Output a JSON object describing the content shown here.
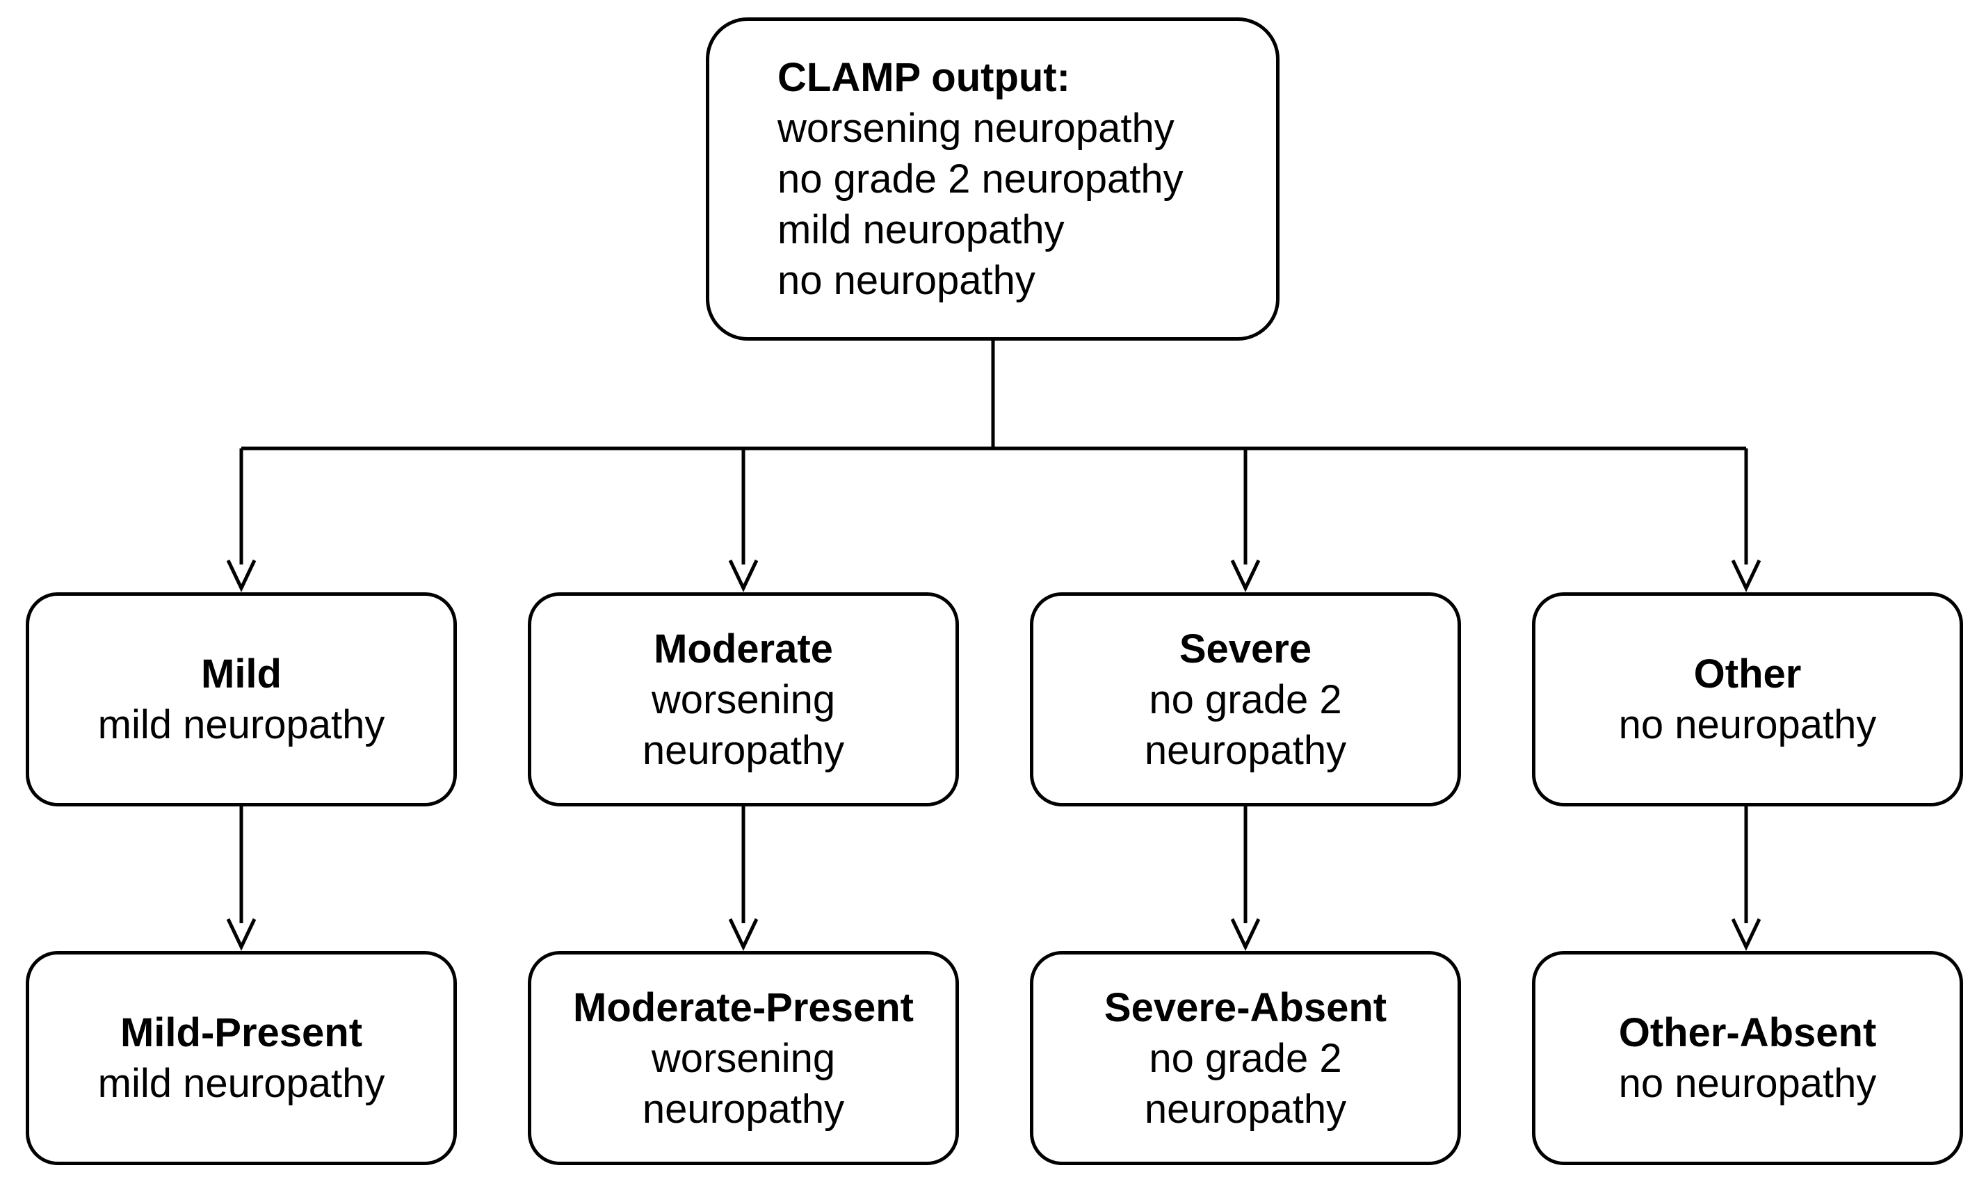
{
  "root": {
    "title": "CLAMP output:",
    "lines": [
      "worsening neuropathy",
      "no grade 2 neuropathy",
      "mild neuropathy",
      "no neuropathy"
    ]
  },
  "categories": [
    {
      "title": "Mild",
      "lines": [
        "mild neuropathy"
      ]
    },
    {
      "title": "Moderate",
      "lines": [
        "worsening",
        "neuropathy"
      ]
    },
    {
      "title": "Severe",
      "lines": [
        "no grade 2",
        "neuropathy"
      ]
    },
    {
      "title": "Other",
      "lines": [
        "no neuropathy"
      ]
    }
  ],
  "results": [
    {
      "title": "Mild-Present",
      "lines": [
        "mild neuropathy"
      ]
    },
    {
      "title": "Moderate-Present",
      "lines": [
        "worsening",
        "neuropathy"
      ]
    },
    {
      "title": "Severe-Absent",
      "lines": [
        "no grade 2",
        "neuropathy"
      ]
    },
    {
      "title": "Other-Absent",
      "lines": [
        "no neuropathy"
      ]
    }
  ]
}
